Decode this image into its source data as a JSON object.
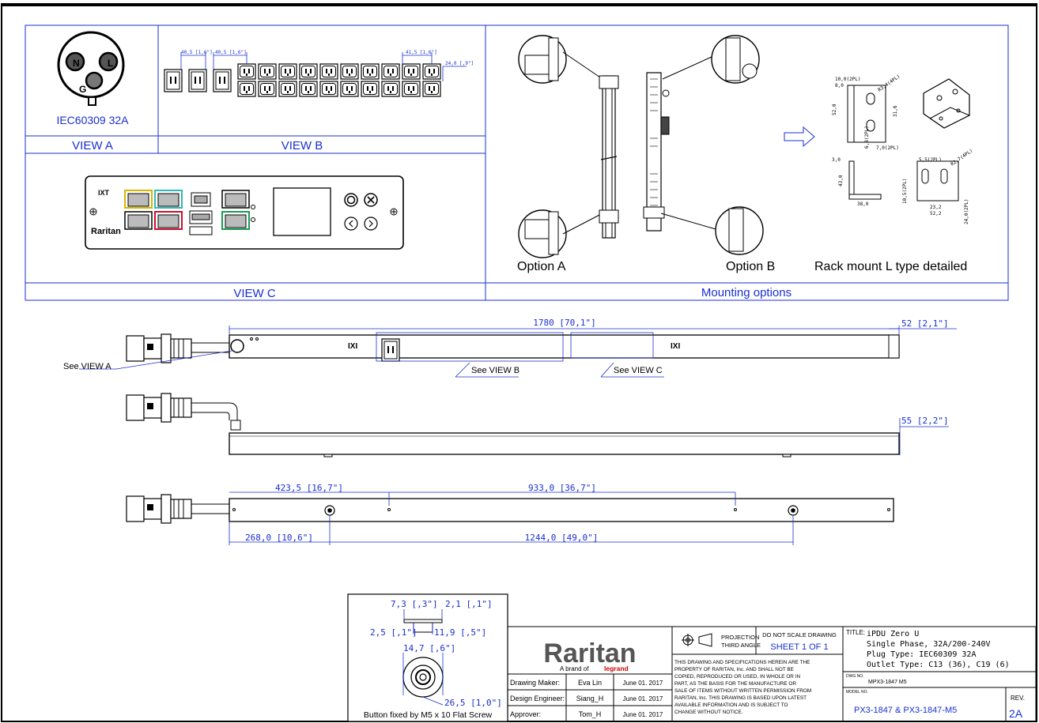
{
  "views": {
    "view_a": {
      "connector_pins": [
        "N",
        "L",
        "G"
      ],
      "connector_model": "IEC60309 32A",
      "label": "VIEW A"
    },
    "view_b": {
      "label": "VIEW B",
      "dims": [
        "40,5 [1,6\"]",
        "40,5 [1,6\"]",
        "41,5 [1,6\"]",
        "24,0 [,9\"]"
      ]
    },
    "view_c": {
      "label": "VIEW C",
      "brand": "Raritan"
    },
    "mounting": {
      "title": "Mounting options",
      "option_a": "Option A",
      "option_b": "Option B",
      "rack_title": "Rack mount L type detailed",
      "bracket_top_dims": [
        "10,0(2PL)",
        "8,0",
        "52,0",
        "31,6",
        "6,8(2PL)",
        "7,0(2PL)",
        "R3,4(4PL)"
      ],
      "bracket_bottom_dims": [
        "3,0",
        "43,0",
        "38,0",
        "5,5(2PL)",
        "R2,7(4PL)",
        "10,5(2PL)",
        "23,2",
        "52,2",
        "24,0(2PL)"
      ]
    }
  },
  "pdu_drawing": {
    "length_dim": "1780 [70,1\"]",
    "end_dim": "52 [2,1\"]",
    "height_dim": "55 [2,2\"]",
    "see_view_a": "See VIEW A",
    "see_view_b": "See VIEW B",
    "see_view_c": "See VIEW C",
    "bottom_dims": {
      "d1": "423,5 [16,7\"]",
      "d2": "933,0 [36,7\"]",
      "d3": "268,0 [10,6\"]",
      "d4": "1244,0 [49,0\"]"
    }
  },
  "button_detail": {
    "dims": [
      "7,3 [,3\"]",
      "2,1 [,1\"]",
      "2,5 [,1\"]",
      "11,9 [,5\"]",
      "14,7 [,6\"]",
      "26,5 [1,0\"]"
    ],
    "caption": "Button fixed by M5 x 10 Flat Screw"
  },
  "title_block": {
    "logo": "Raritan",
    "brand_of": "A brand of",
    "brand_parent": "legrand",
    "projection": "PROJECTION",
    "third_angle": "THIRD ANGLE",
    "do_not_scale": "DO NOT SCALE DRAWING",
    "sheet": "SHEET 1 OF 1",
    "legal": [
      "THIS DRAWING AND SPECIFICATIONS HEREIN ARE THE",
      "PROPERTY OF RARITAN, Inc. AND SHALL NOT BE",
      "COPIED, REPRODUCED OR USED, IN WHOLE OR IN",
      "PART, AS THE BASIS FOR THE MANUFACTURE OR",
      "SALE OF ITEMS WITHOUT WRITTEN PERMISSION FROM",
      "RARITAN, Inc. THIS DRAWING IS BASED UPON LATEST",
      "AVAILABLE INFORMATION AND IS SUBJECT TO",
      "CHANGE WITHOUT NOTICE."
    ],
    "roles": [
      {
        "role": "Drawing Maker:",
        "name": "Eva Lin",
        "date": "June 01. 2017"
      },
      {
        "role": "Design Engineer:",
        "name": "Siang_H",
        "date": "June 01. 2017"
      },
      {
        "role": "Approver:",
        "name": "Tom_H",
        "date": "June 01. 2017"
      }
    ],
    "title_label": "TITLE:",
    "title_lines": [
      "iPDU Zero U",
      "Single Phase, 32A/200-240V",
      "Plug Type: IEC60309 32A",
      "Outlet Type: C13 (36), C19 (6)"
    ],
    "dwg_no_label": "DWG NO.",
    "dwg_no": "MPX3-1847 M5",
    "model_no_label": "MODEL NO.",
    "model_no": "PX3-1847 & PX3-1847-M5",
    "rev_label": "REV.",
    "rev": "2A"
  },
  "colors": {
    "blue": "#1a2fd0",
    "ink": "#000000",
    "legrand_red": "#d40000"
  }
}
